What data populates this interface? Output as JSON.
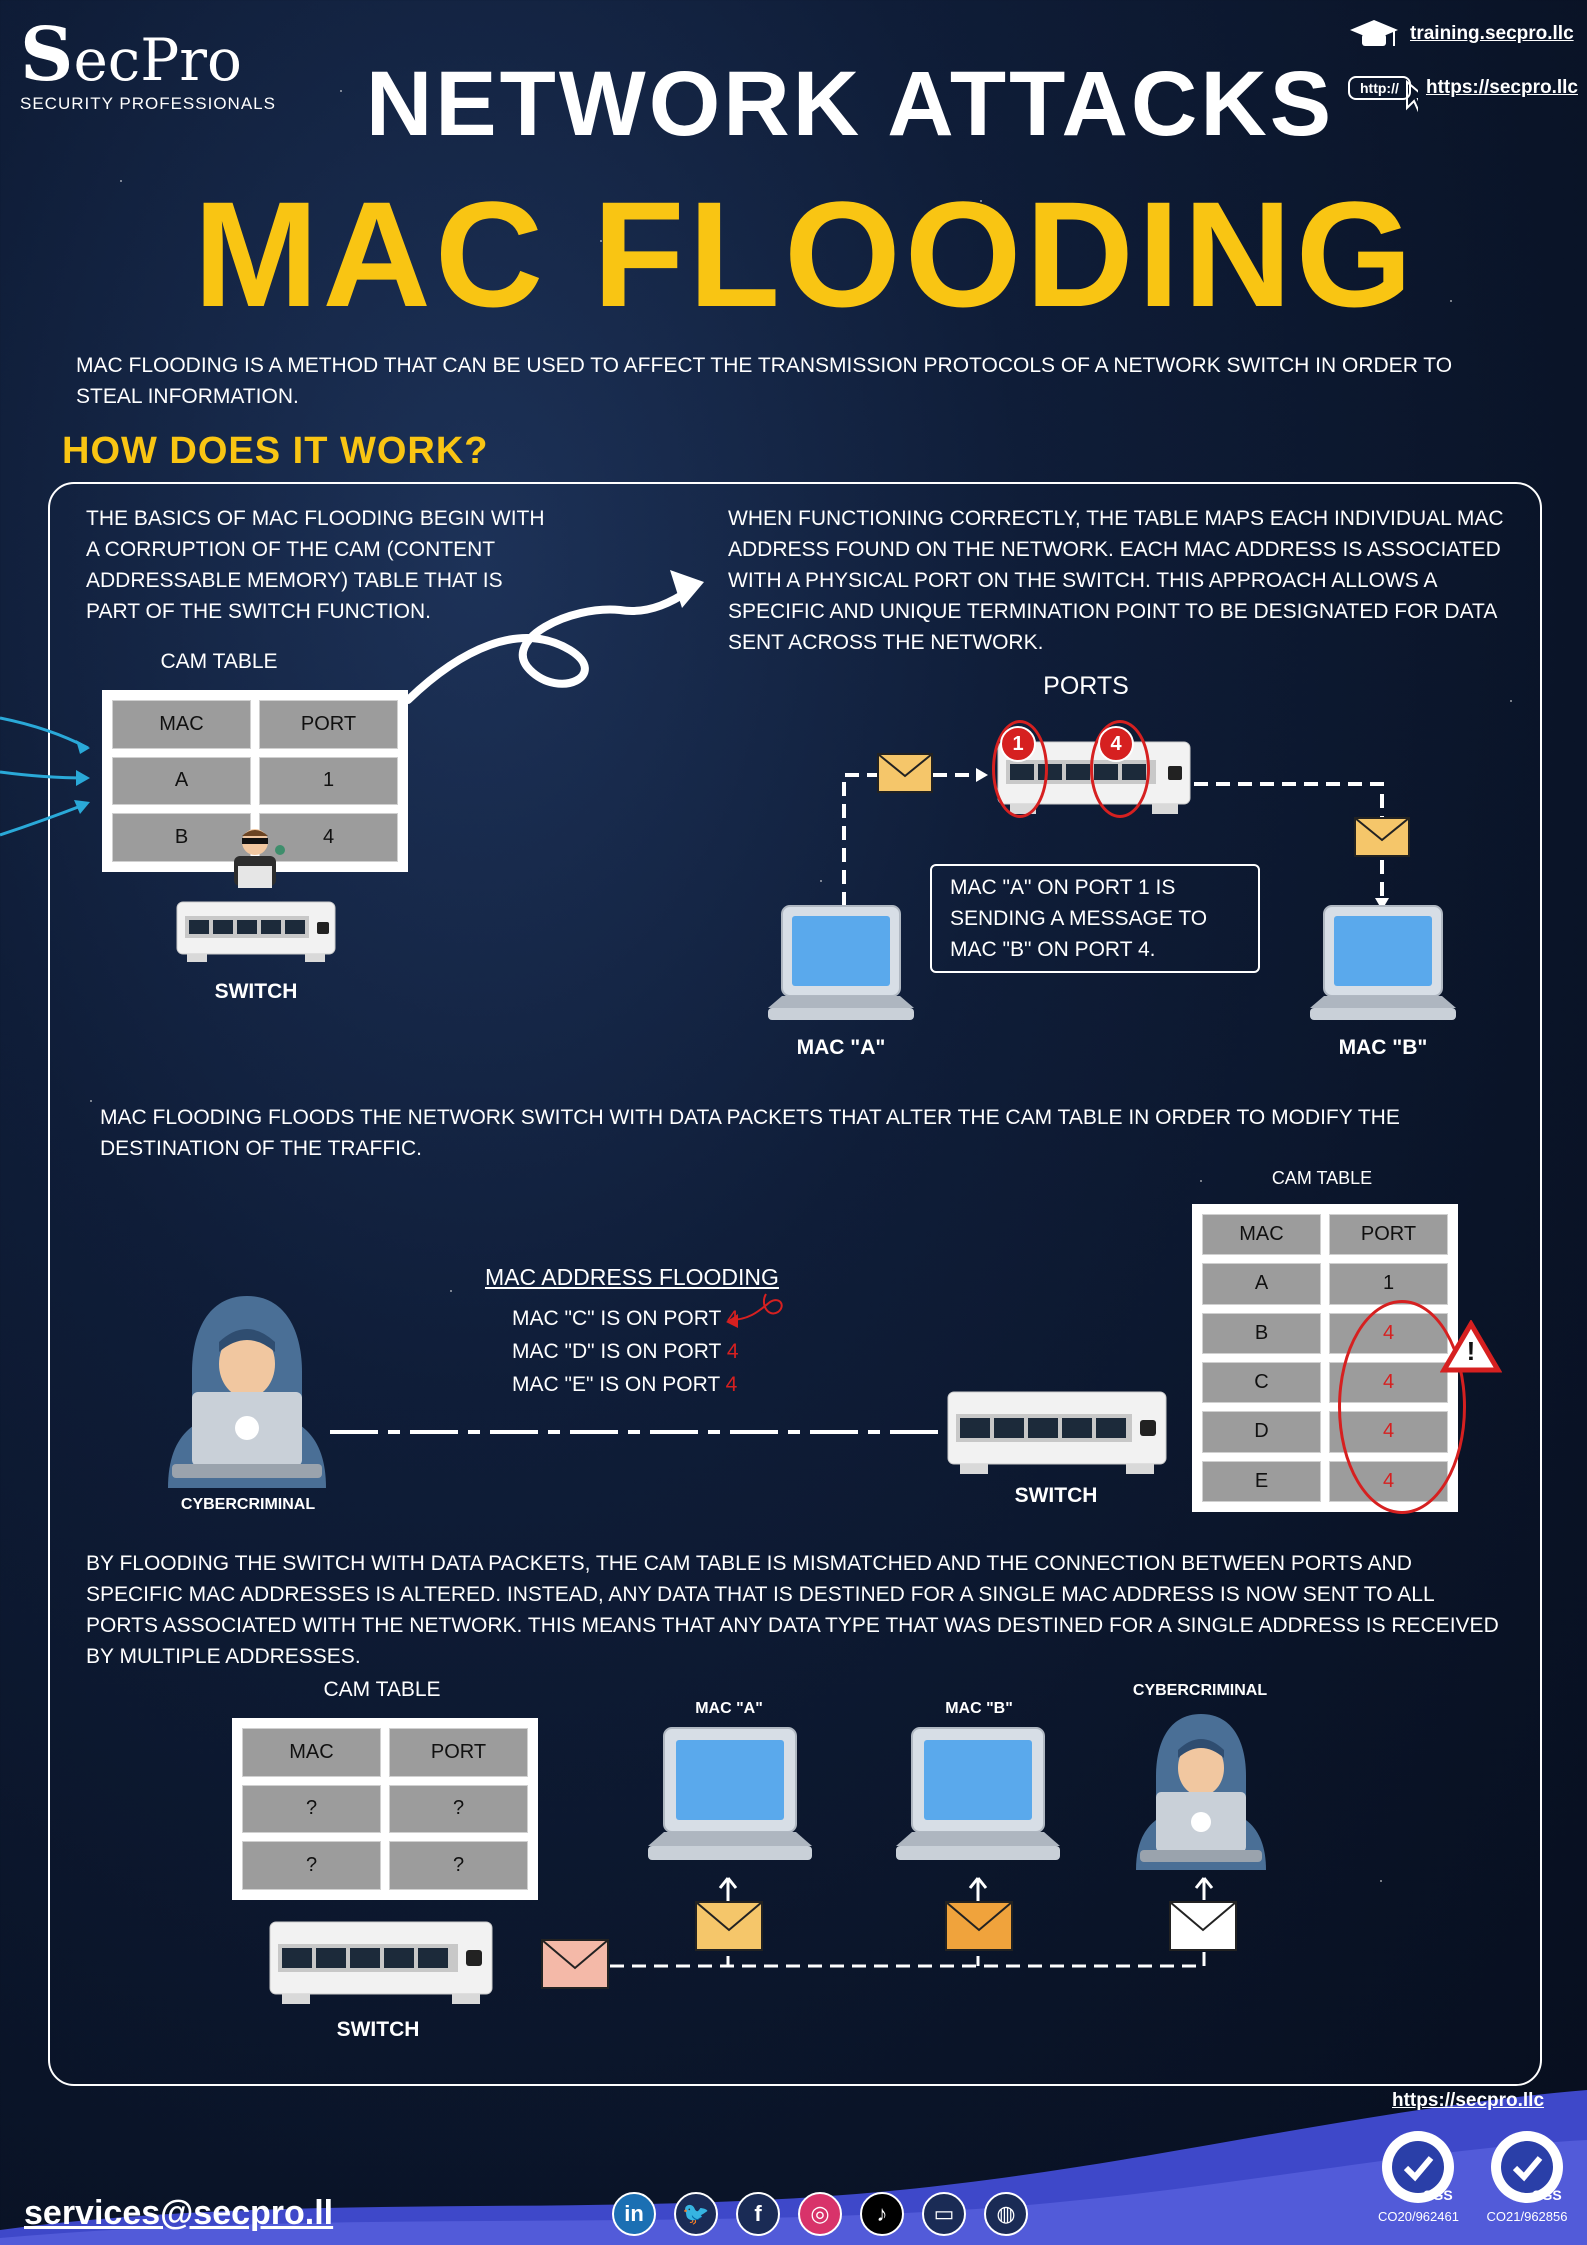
{
  "brand": {
    "logo_initial": "S",
    "logo_rest": "ecPro",
    "tagline": "SECURITY PROFESSIONALS"
  },
  "links": {
    "training": "training.secpro.llc",
    "http_label": "http://",
    "site": "https://secpro.llc",
    "footer_site": "https://secpro.llc",
    "email": "services@secpro.ll"
  },
  "header": {
    "title": "NETWORK ATTACKS",
    "subtitle": "MAC FLOODING"
  },
  "intro": "MAC FLOODING IS A METHOD THAT CAN BE USED TO AFFECT THE TRANSMISSION PROTOCOLS OF A NETWORK SWITCH IN ORDER TO STEAL INFORMATION.",
  "section_title": "HOW DOES IT WORK?",
  "step1": {
    "text": "THE BASICS OF MAC FLOODING BEGIN WITH A CORRUPTION OF THE CAM (CONTENT ADDRESSABLE MEMORY) TABLE THAT IS PART OF THE SWITCH FUNCTION.",
    "cam_title": "CAM TABLE",
    "headers": [
      "MAC",
      "PORT"
    ],
    "rows": [
      [
        "A",
        "1"
      ],
      [
        "B",
        "4"
      ]
    ],
    "switch_label": "SWITCH"
  },
  "step2": {
    "text": "WHEN FUNCTIONING CORRECTLY, THE TABLE MAPS EACH INDIVIDUAL MAC ADDRESS FOUND ON THE NETWORK. EACH MAC ADDRESS IS ASSOCIATED WITH A PHYSICAL PORT ON THE SWITCH. THIS APPROACH ALLOWS A SPECIFIC AND UNIQUE TERMINATION POINT TO BE DESIGNATED FOR DATA SENT ACROSS THE NETWORK.",
    "ports_label": "PORTS",
    "port_1": "1",
    "port_4": "4",
    "message": "MAC \"A\" ON PORT 1 IS SENDING A MESSAGE TO MAC \"B\" ON PORT 4.",
    "mac_a": "MAC \"A\"",
    "mac_b": "MAC \"B\""
  },
  "step3": {
    "text": "MAC FLOODING FLOODS THE NETWORK SWITCH WITH DATA PACKETS THAT ALTER THE CAM TABLE IN ORDER TO MODIFY THE DESTINATION OF THE TRAFFIC.",
    "flood_title": "MAC ADDRESS FLOODING",
    "flood_lines": [
      {
        "prefix": "MAC \"C\" IS ON PORT ",
        "port": "4"
      },
      {
        "prefix": "MAC \"D\" IS ON PORT ",
        "port": "4"
      },
      {
        "prefix": "MAC \"E\" IS ON PORT ",
        "port": "4"
      }
    ],
    "attacker_label": "CYBERCRIMINAL",
    "switch_label": "SWITCH",
    "cam_title": "CAM TABLE",
    "headers": [
      "MAC",
      "PORT"
    ],
    "rows": [
      [
        "A",
        "1"
      ],
      [
        "B",
        "4"
      ],
      [
        "C",
        "4"
      ],
      [
        "D",
        "4"
      ],
      [
        "E",
        "4"
      ]
    ],
    "warning_icon": "!"
  },
  "step4": {
    "text": "BY FLOODING THE SWITCH WITH DATA PACKETS, THE CAM TABLE IS MISMATCHED AND THE CONNECTION BETWEEN PORTS AND SPECIFIC MAC ADDRESSES IS ALTERED. INSTEAD, ANY DATA THAT IS DESTINED FOR A SINGLE MAC ADDRESS IS NOW SENT TO ALL PORTS ASSOCIATED WITH THE NETWORK. THIS MEANS THAT ANY DATA TYPE THAT WAS DESTINED FOR A SINGLE ADDRESS IS RECEIVED BY MULTIPLE ADDRESSES.",
    "cam_title": "CAM TABLE",
    "headers": [
      "MAC",
      "PORT"
    ],
    "rows": [
      [
        "?",
        "?"
      ],
      [
        "?",
        "?"
      ]
    ],
    "mac_a": "MAC \"A\"",
    "mac_b": "MAC \"B\"",
    "attacker_label": "CYBERCRIMINAL",
    "switch_label": "SWITCH"
  },
  "footer": {
    "social": [
      {
        "name": "linkedin-icon",
        "glyph": "in",
        "color": "#1b6fb3"
      },
      {
        "name": "twitter-icon",
        "glyph": "🐦",
        "color": "#1a2b55"
      },
      {
        "name": "facebook-icon",
        "glyph": "f",
        "color": "#1a2b55"
      },
      {
        "name": "instagram-icon",
        "glyph": "◎",
        "color": "#d8336a"
      },
      {
        "name": "tiktok-icon",
        "glyph": "♪",
        "color": "#000000"
      },
      {
        "name": "twitch-icon",
        "glyph": "▭",
        "color": "#1a2b55"
      },
      {
        "name": "github-icon",
        "glyph": "◍",
        "color": "#1a2b55"
      }
    ],
    "cert_brand": "SGS",
    "cert1_code": "CO20/962461",
    "cert2_code": "CO21/962856"
  },
  "colors": {
    "accent": "#f9c513",
    "alert": "#d62020",
    "laptop_screen": "#5aa9ec",
    "hoodie": "#4a6f96",
    "envelope": "#f5c66a"
  }
}
